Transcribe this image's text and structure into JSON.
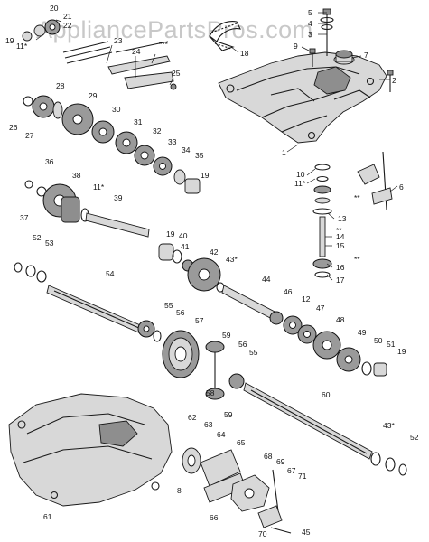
{
  "watermark": "AppliancePartsPros.com",
  "callouts": [
    {
      "id": "c1",
      "text": "1"
    },
    {
      "id": "c2",
      "text": "2"
    },
    {
      "id": "c3",
      "text": "3"
    },
    {
      "id": "c4",
      "text": "4"
    },
    {
      "id": "c5",
      "text": "5"
    },
    {
      "id": "c6",
      "text": "6"
    },
    {
      "id": "c7",
      "text": "7"
    },
    {
      "id": "c8",
      "text": "8"
    },
    {
      "id": "c9",
      "text": "9"
    },
    {
      "id": "c10",
      "text": "10"
    },
    {
      "id": "c11a",
      "text": "11*"
    },
    {
      "id": "c11b",
      "text": "11*"
    },
    {
      "id": "c11c",
      "text": "11*"
    },
    {
      "id": "c12",
      "text": "12"
    },
    {
      "id": "c13",
      "text": "13"
    },
    {
      "id": "c14",
      "text": "14"
    },
    {
      "id": "c15",
      "text": "15"
    },
    {
      "id": "c16",
      "text": "16"
    },
    {
      "id": "c17",
      "text": "17"
    },
    {
      "id": "c18",
      "text": "18"
    },
    {
      "id": "c19a",
      "text": "19"
    },
    {
      "id": "c19b",
      "text": "19"
    },
    {
      "id": "c19c",
      "text": "19"
    },
    {
      "id": "c19d",
      "text": "19"
    },
    {
      "id": "c20",
      "text": "20"
    },
    {
      "id": "c21",
      "text": "21"
    },
    {
      "id": "c22",
      "text": "22"
    },
    {
      "id": "c23",
      "text": "23"
    },
    {
      "id": "c24",
      "text": "24"
    },
    {
      "id": "c25",
      "text": "25"
    },
    {
      "id": "c26",
      "text": "26"
    },
    {
      "id": "c27",
      "text": "27"
    },
    {
      "id": "c28",
      "text": "28"
    },
    {
      "id": "c29",
      "text": "29"
    },
    {
      "id": "c30",
      "text": "30"
    },
    {
      "id": "c31",
      "text": "31"
    },
    {
      "id": "c32",
      "text": "32"
    },
    {
      "id": "c33",
      "text": "33"
    },
    {
      "id": "c34",
      "text": "34"
    },
    {
      "id": "c35",
      "text": "35"
    },
    {
      "id": "c36",
      "text": "36"
    },
    {
      "id": "c37",
      "text": "37"
    },
    {
      "id": "c38",
      "text": "38"
    },
    {
      "id": "c39",
      "text": "39"
    },
    {
      "id": "c40",
      "text": "40"
    },
    {
      "id": "c41",
      "text": "41"
    },
    {
      "id": "c42",
      "text": "42"
    },
    {
      "id": "c43a",
      "text": "43*"
    },
    {
      "id": "c43b",
      "text": "43*"
    },
    {
      "id": "c44",
      "text": "44"
    },
    {
      "id": "c45",
      "text": "45"
    },
    {
      "id": "c46",
      "text": "46"
    },
    {
      "id": "c47",
      "text": "47"
    },
    {
      "id": "c48",
      "text": "48"
    },
    {
      "id": "c49",
      "text": "49"
    },
    {
      "id": "c50",
      "text": "50"
    },
    {
      "id": "c51",
      "text": "51"
    },
    {
      "id": "c52a",
      "text": "52"
    },
    {
      "id": "c52b",
      "text": "52"
    },
    {
      "id": "c53",
      "text": "53"
    },
    {
      "id": "c54",
      "text": "54"
    },
    {
      "id": "c55a",
      "text": "55"
    },
    {
      "id": "c55b",
      "text": "55"
    },
    {
      "id": "c56a",
      "text": "56"
    },
    {
      "id": "c56b",
      "text": "56"
    },
    {
      "id": "c57",
      "text": "57"
    },
    {
      "id": "c58",
      "text": "58"
    },
    {
      "id": "c59a",
      "text": "59"
    },
    {
      "id": "c59b",
      "text": "59"
    },
    {
      "id": "c60",
      "text": "60"
    },
    {
      "id": "c61",
      "text": "61"
    },
    {
      "id": "c62",
      "text": "62"
    },
    {
      "id": "c63",
      "text": "63"
    },
    {
      "id": "c64",
      "text": "64"
    },
    {
      "id": "c65",
      "text": "65"
    },
    {
      "id": "c66",
      "text": "66"
    },
    {
      "id": "c67",
      "text": "67"
    },
    {
      "id": "c68",
      "text": "68"
    },
    {
      "id": "c69",
      "text": "69"
    },
    {
      "id": "c70",
      "text": "70"
    },
    {
      "id": "c71",
      "text": "71"
    },
    {
      "id": "s1",
      "text": "***"
    },
    {
      "id": "s2",
      "text": "**"
    },
    {
      "id": "s3",
      "text": "**"
    },
    {
      "id": "s4",
      "text": "**"
    }
  ]
}
